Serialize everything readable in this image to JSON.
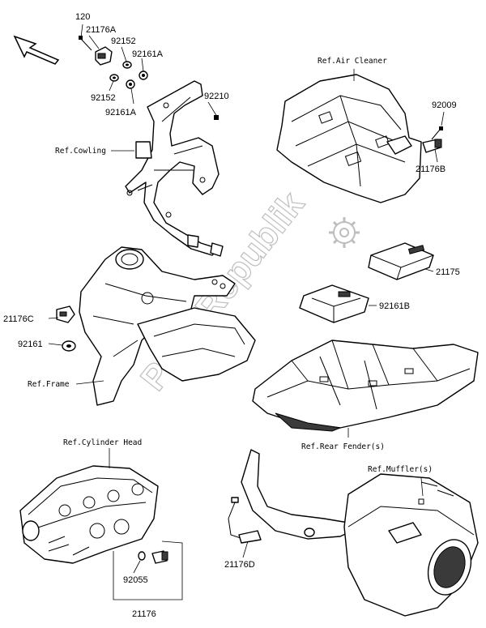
{
  "watermark": "PartsRepublik",
  "part_labels": {
    "p120": "120",
    "p21176A": "21176A",
    "p92152_top": "92152",
    "p92161A_top": "92161A",
    "p92152_bot": "92152",
    "p92161A_bot": "92161A",
    "p92210": "92210",
    "p92009": "92009",
    "p21176B": "21176B",
    "p21175": "21175",
    "p92161B": "92161B",
    "p21176C": "21176C",
    "p92161": "92161",
    "p21176D": "21176D",
    "p92055": "92055",
    "p21176": "21176"
  },
  "ref_labels": {
    "air_cleaner": "Ref.Air Cleaner",
    "cowling": "Ref.Cowling",
    "frame": "Ref.Frame",
    "rear_fender": "Ref.Rear Fender(s)",
    "cylinder_head": "Ref.Cylinder Head",
    "muffler": "Ref.Muffler(s)"
  },
  "icons": [
    "front-direction-arrow-icon",
    "gear-logo-icon"
  ]
}
